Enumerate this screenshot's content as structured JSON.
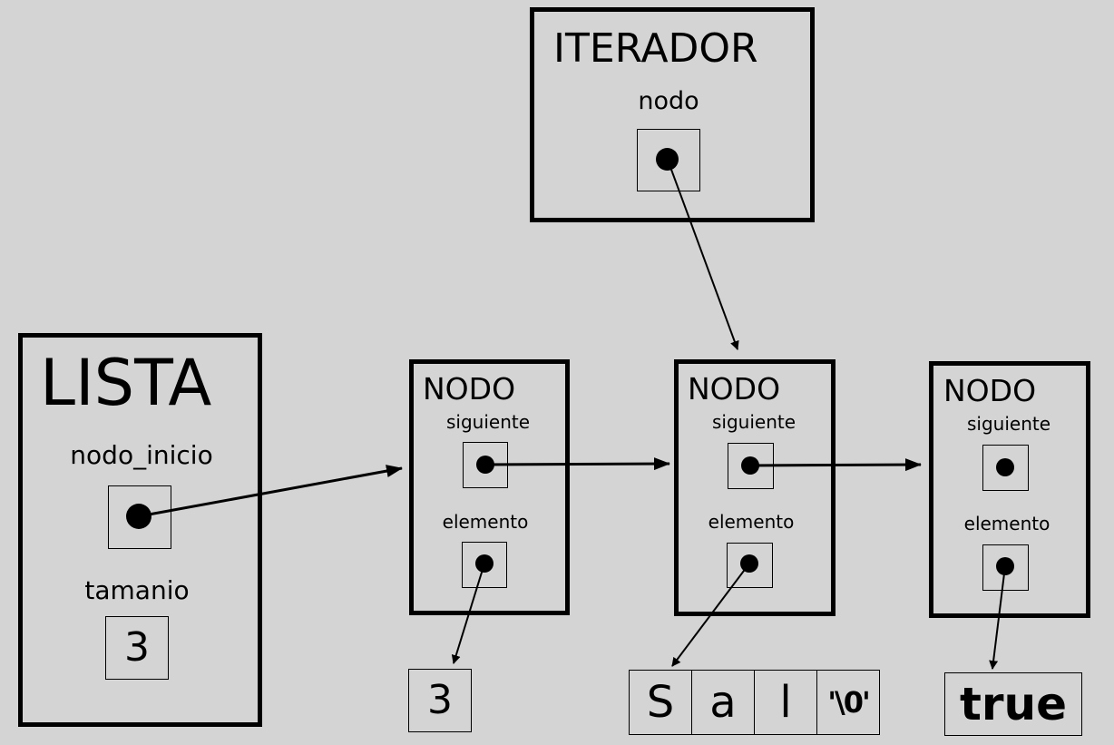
{
  "iterador": {
    "title": "ITERADOR",
    "field": "nodo"
  },
  "lista": {
    "title": "LISTA",
    "field_nodo_inicio": "nodo_inicio",
    "field_tamanio": "tamanio",
    "tamanio_value": "3"
  },
  "nodos": [
    {
      "title": "NODO",
      "field_siguiente": "siguiente",
      "field_elemento": "elemento"
    },
    {
      "title": "NODO",
      "field_siguiente": "siguiente",
      "field_elemento": "elemento"
    },
    {
      "title": "NODO",
      "field_siguiente": "siguiente",
      "field_elemento": "elemento"
    }
  ],
  "elementos": {
    "int_value": "3",
    "string_chars": [
      "S",
      "a",
      "l",
      "'\\0'"
    ],
    "bool_value": "true"
  }
}
